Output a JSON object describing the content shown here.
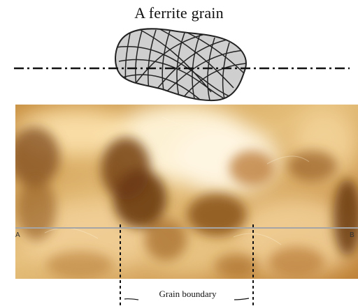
{
  "title": "A ferrite grain",
  "micrograph": {
    "line_start_label": "A",
    "line_end_label": "B"
  },
  "annotation": {
    "grain_boundary_label": "Grain boundary"
  },
  "colors": {
    "grain_fill": "#cfcfcf",
    "grain_stroke": "#222222",
    "scan_line": "#9a9a9a",
    "micrograph_light": "#fff7de",
    "micrograph_mid": "#d8a860",
    "micrograph_dark": "#5b3410"
  }
}
